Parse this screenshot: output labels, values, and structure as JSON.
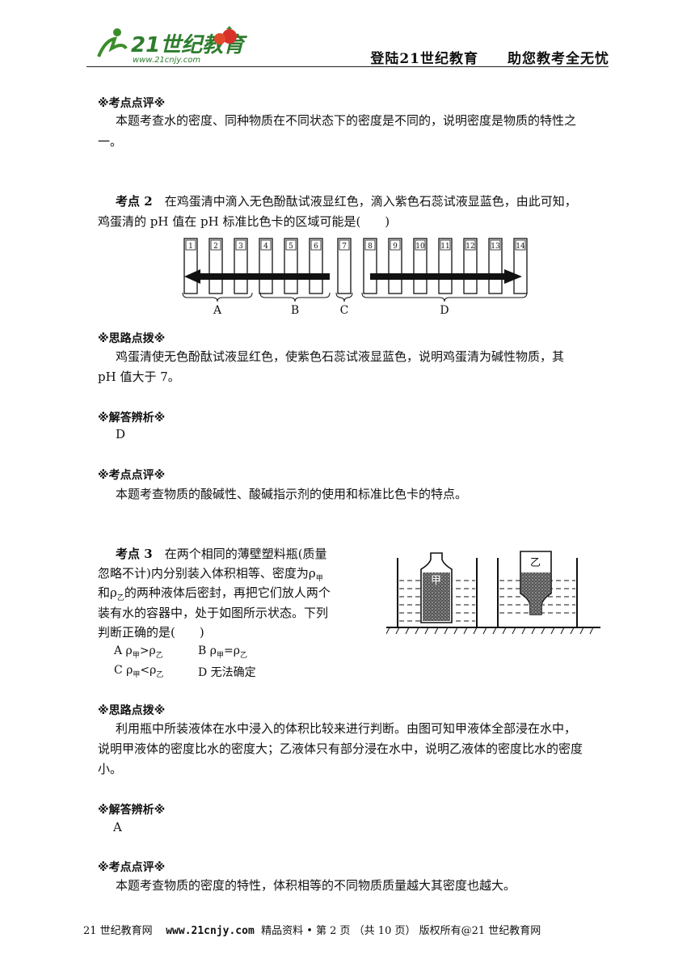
{
  "header": {
    "logo_text": "21世纪教育",
    "logo_url": "www.21cnjy.com",
    "slogan_left": "登陆21世纪教育",
    "slogan_right": "助您教考全无忧"
  },
  "section1": {
    "review_heading": "※考点点评※",
    "review_text_1": "本题考查水的密度、同种物质在不同状态下的密度是不同的，说明密度是物质的特性之",
    "review_text_2": "一。"
  },
  "section2": {
    "label": "考点 2",
    "question_1": "在鸡蛋清中滴入无色酚酞试液显红色，滴入紫色石蕊试液显蓝色，由此可知，",
    "question_2": "鸡蛋清的 pH 值在 pH 标准比色卡的区域可能是(　　)",
    "figure": {
      "tube_labels": [
        "1",
        "2",
        "3",
        "4",
        "5",
        "6",
        "7",
        "8",
        "9",
        "10",
        "11",
        "12",
        "13",
        "14"
      ],
      "group_labels": [
        "A",
        "B",
        "C",
        "D"
      ]
    },
    "hint_heading": "※思路点拨※",
    "hint_1": "鸡蛋清使无色酚酞试液显红色，使紫色石蕊试液显蓝色，说明鸡蛋清为碱性物质，其",
    "hint_2": "pH 值大于 7。",
    "answer_heading": "※解答辨析※",
    "answer": "D",
    "review_heading": "※考点点评※",
    "review_text": "本题考查物质的酸碱性、酸碱指示剂的使用和标准比色卡的特点。"
  },
  "section3": {
    "label": "考点 3",
    "q_line1": "在两个相同的薄壁塑料瓶(质量",
    "q_line2": "忽略不计)内分别装入体积相等、密度为ρ",
    "q_line2_sub": "甲",
    "q_line3_a": "和ρ",
    "q_line3_sub": "乙",
    "q_line3_b": "的两种液体后密封，再把它们放人两个",
    "q_line4": "装有水的容器中，处于如图所示状态。下列",
    "q_line5": "判断正确的是(　　)",
    "options": [
      {
        "prefix": "A ρ",
        "sub1": "甲",
        "op": ">ρ",
        "sub2": "乙"
      },
      {
        "prefix": "B ρ",
        "sub1": "甲",
        "op": "=ρ",
        "sub2": "乙"
      },
      {
        "prefix": "C ρ",
        "sub1": "甲",
        "op": "<ρ",
        "sub2": "乙"
      },
      {
        "text": "D 无法确定"
      }
    ],
    "figure": {
      "left_label": "甲",
      "right_label": "乙"
    },
    "hint_heading": "※思路点拨※",
    "hint_1": "利用瓶中所装液体在水中浸入的体积比较来进行判断。由图可知甲液体全部浸在水中，",
    "hint_2": "说明甲液体的密度比水的密度大；乙液体只有部分浸在水中，说明乙液体的密度比水的密度",
    "hint_3": "小。",
    "answer_heading": "※解答辨析※",
    "answer": "A",
    "review_heading": "※考点点评※",
    "review_text": "本题考查物质的密度的特性，体积相等的不同物质质量越大其密度也越大。"
  },
  "footer": {
    "site": "21 世纪教育网",
    "url": "www.21cnjy.com",
    "page_info": "精品资料 • 第 2 页 （共 10 页） 版权所有@21 世纪教育网"
  }
}
